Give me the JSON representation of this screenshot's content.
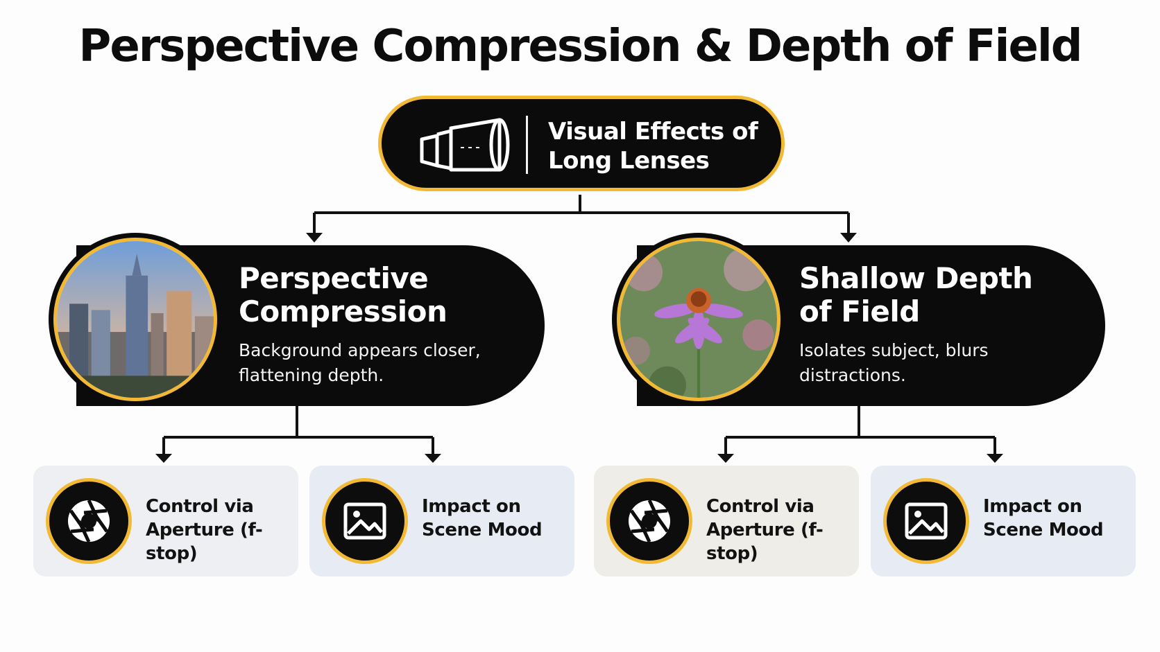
{
  "title": "Perspective Compression & Depth of Field",
  "root": {
    "label": "Visual Effects of\nLong Lenses",
    "icon": "telephoto-lens-icon"
  },
  "branches": [
    {
      "title": "Perspective\nCompression",
      "description": "Background appears closer,\nflattening depth.",
      "image": "city-skyline-photo",
      "cards": [
        {
          "label": "Control via\nAperture (f-stop)",
          "icon": "aperture-icon"
        },
        {
          "label": "Impact on\nScene Mood",
          "icon": "image-icon"
        }
      ]
    },
    {
      "title": "Shallow Depth\nof Field",
      "description": "Isolates subject, blurs\ndistractions.",
      "image": "coneflower-photo",
      "cards": [
        {
          "label": "Control via\nAperture (f-stop)",
          "icon": "aperture-icon"
        },
        {
          "label": "Impact on\nScene Mood",
          "icon": "image-icon"
        }
      ]
    }
  ],
  "colors": {
    "accent": "#f2b935",
    "node": "#0b0b0b",
    "card_gray": "#eeeff2",
    "card_blue": "#e6ebf4",
    "card_cream": "#efede8"
  }
}
